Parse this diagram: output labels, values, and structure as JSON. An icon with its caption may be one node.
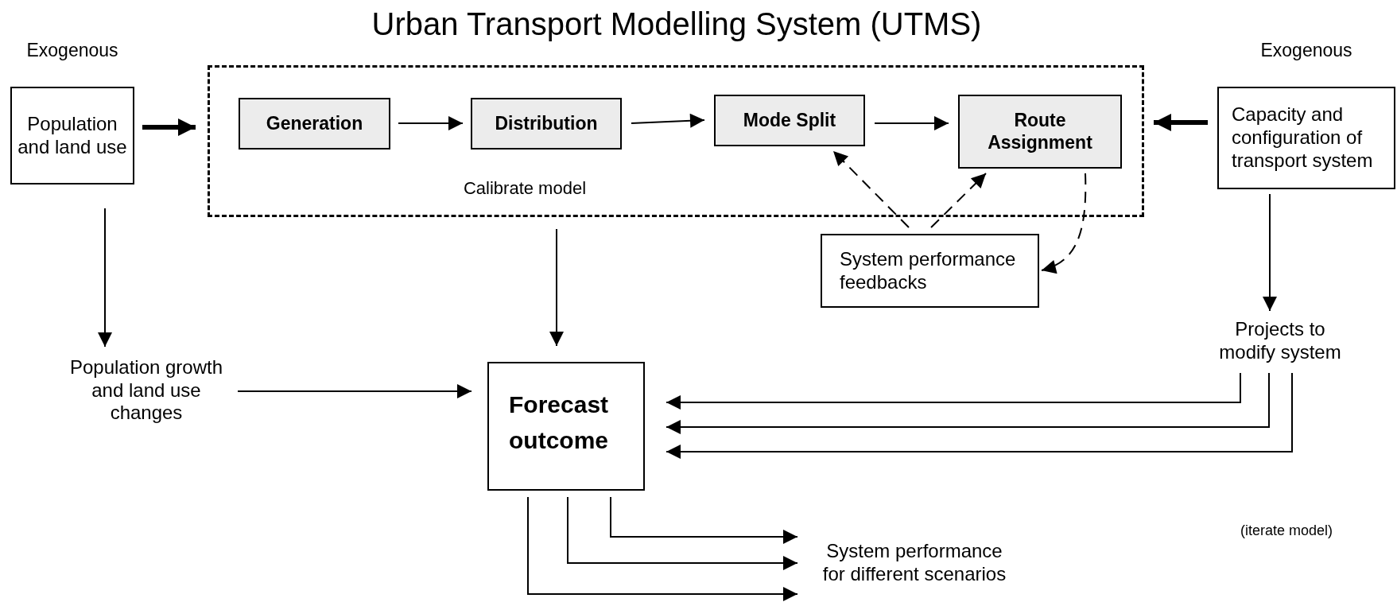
{
  "diagram": {
    "title": "Urban Transport Modelling System (UTMS)",
    "nodes": [
      {
        "text": [
          "Population and land use"
        ],
        "beside": [
          "Exogenous"
        ]
      },
      {
        "text": [
          "Calibrate model"
        ]
      },
      {
        "text": [
          "Generation"
        ],
        "in": 1
      },
      {
        "text": [
          "Distribution"
        ],
        "in": 1
      },
      {
        "text": [
          "Mode Split"
        ],
        "in": 1
      },
      {
        "text": [
          "Route Assignment"
        ],
        "in": 1
      },
      {
        "text": [
          "Capacity and configuration of transport system"
        ],
        "beside": [
          "Exogenous"
        ]
      },
      {
        "text": [
          "System performance feedbacks"
        ]
      },
      {
        "text": [
          "Population growth and land use changes"
        ]
      },
      {
        "text": [
          "Forecast outcome"
        ]
      },
      {
        "text": [
          "Projects to modify system"
        ]
      },
      {
        "text": [
          "System performance for different scenarios"
        ]
      }
    ],
    "edges": [
      {
        "from": 0,
        "to": 1,
        "arrow": "to",
        "style": "thick"
      },
      {
        "from": 2,
        "to": 3,
        "arrow": "to"
      },
      {
        "from": 3,
        "to": 4,
        "arrow": "to"
      },
      {
        "from": 4,
        "to": 5,
        "arrow": "to"
      },
      {
        "from": 6,
        "to": 1,
        "arrow": "to",
        "style": "thick"
      },
      {
        "from": 7,
        "to": 4,
        "arrow": "to",
        "style": "dashed"
      },
      {
        "from": 7,
        "to": 5,
        "arrow": "to",
        "style": "dashed"
      },
      {
        "from": 5,
        "to": 7,
        "arrow": "to",
        "style": "dashed"
      },
      {
        "from": 0,
        "to": 8,
        "arrow": "to"
      },
      {
        "from": 1,
        "to": 9,
        "arrow": "to"
      },
      {
        "from": 8,
        "to": 9,
        "arrow": "to"
      },
      {
        "from": 6,
        "to": 10,
        "arrow": "to"
      },
      {
        "from": 10,
        "to": 9,
        "arrow": "to"
      },
      {
        "from": 10,
        "to": 9,
        "arrow": "to"
      },
      {
        "from": 10,
        "to": 9,
        "arrow": "to"
      },
      {
        "from": 9,
        "to": 11,
        "arrow": "to"
      },
      {
        "from": 9,
        "to": 11,
        "arrow": "to"
      },
      {
        "from": 9,
        "to": 11,
        "arrow": "to"
      }
    ],
    "labels": [
      "(iterate model)"
    ]
  }
}
